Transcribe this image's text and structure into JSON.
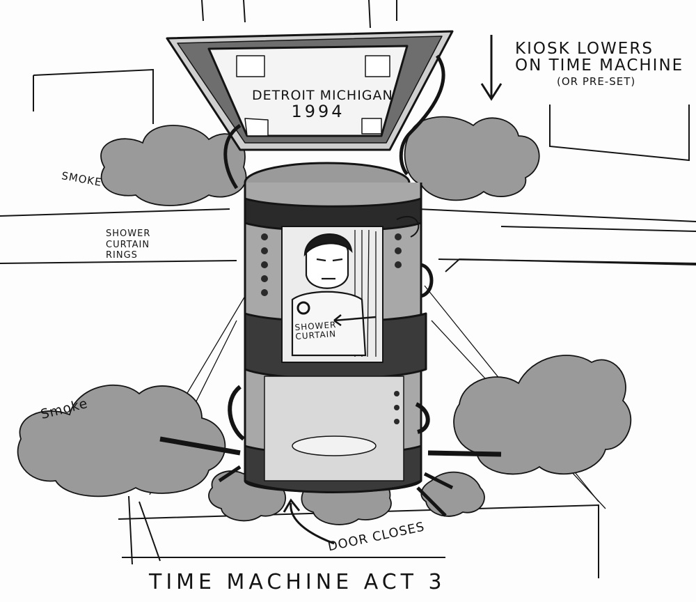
{
  "sketch": {
    "sign_line1": "DETROIT MICHIGAN",
    "sign_line2": "1994",
    "note_kiosk_line1": "KIOSK LOWERS",
    "note_kiosk_line2": "ON TIME MACHINE",
    "note_kiosk_line3": "(OR PRE-SET)",
    "label_smoke_top": "SMOKE",
    "label_rings_line1": "SHOWER",
    "label_rings_line2": "CURTAIN",
    "label_rings_line3": "RINGS",
    "label_curtain_line1": "SHOWER",
    "label_curtain_line2": "CURTAIN",
    "label_smoke_bottom": "Smoke",
    "label_door": "DOOR CLOSES",
    "title": "TIME MACHINE  ACT 3"
  },
  "colors": {
    "ink": "#141414",
    "marker_gray": "#8f8f8f",
    "light_gray": "#b5b5b5",
    "paper": "#fdfdfd"
  }
}
